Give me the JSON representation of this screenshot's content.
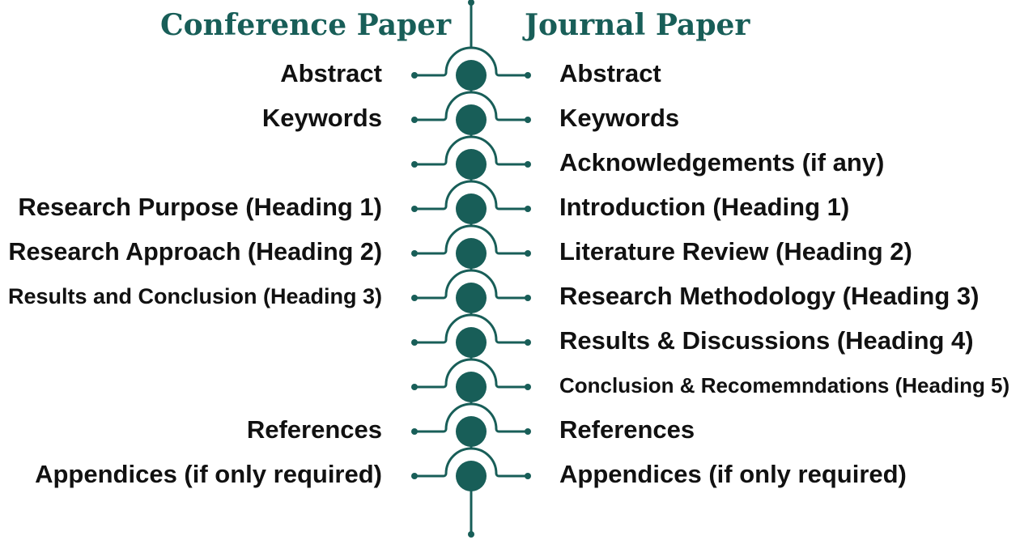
{
  "headers": {
    "left": "Conference Paper",
    "right": "Journal Paper"
  },
  "accent_color": "#185e58",
  "rows": [
    {
      "left": "Abstract",
      "right": "Abstract"
    },
    {
      "left": "Keywords",
      "right": "Keywords"
    },
    {
      "left": "",
      "right": "Acknowledgements (if any)"
    },
    {
      "left": "Research Purpose (Heading 1)",
      "right": "Introduction (Heading 1)"
    },
    {
      "left": "Research Approach (Heading 2)",
      "right": "Literature Review (Heading 2)"
    },
    {
      "left": "Results and Conclusion (Heading 3)",
      "right": "Research Methodology (Heading 3)"
    },
    {
      "left": "",
      "right": "Results & Discussions (Heading 4)"
    },
    {
      "left": "",
      "right": "Conclusion & Recomemndations (Heading 5)"
    },
    {
      "left": "References",
      "right": "References"
    },
    {
      "left": "Appendices (if only required)",
      "right": "Appendices (if only required)"
    }
  ]
}
